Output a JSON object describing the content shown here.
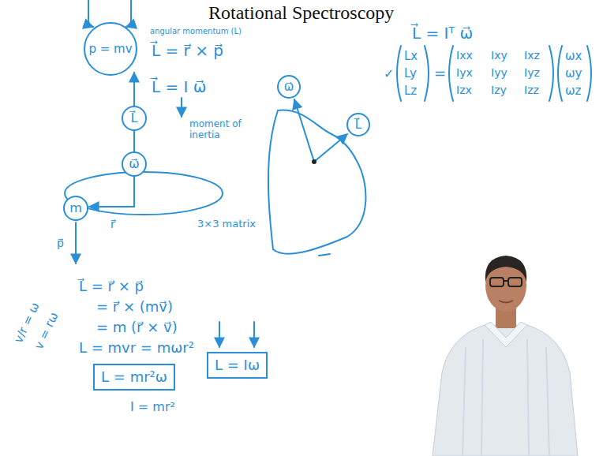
{
  "diagram": {
    "title": "Rotational Spectroscopy",
    "nodes": [
      {
        "text": [
          "p = mv"
        ]
      },
      {
        "text": [
          "L⃗"
        ]
      },
      {
        "text": [
          "ω⃗"
        ]
      },
      {
        "text": [
          "ω⃗"
        ]
      },
      {
        "text": [
          "L⃗"
        ]
      },
      {
        "text": [
          "m"
        ]
      },
      {
        "text": [
          "L = mr²ω"
        ]
      },
      {
        "text": [
          "L = Iω"
        ]
      }
    ],
    "labels": [
      "angular momentum (L)",
      "L⃗ = r⃗ × p⃗",
      "L⃗ = I ω⃗",
      "moment of inertia",
      "3×3 matrix",
      "r⃗",
      "p⃗",
      "L⃗ = r⃗ × p⃗",
      "= r⃗ × (mv⃗)",
      "= m (r⃗ × v⃗)",
      "L = mvr = mωr²",
      "v/r = ω",
      "v = rω",
      "I = mr²",
      "L⃗ = Iᵀ ω⃗",
      "✓",
      "Lx",
      "Ly",
      "Lz",
      "=",
      "Ixx",
      "Ixy",
      "Ixz",
      "Iyx",
      "Iyy",
      "Iyz",
      "Izx",
      "Izy",
      "Izz",
      "ωx",
      "ωy",
      "ωz"
    ]
  }
}
